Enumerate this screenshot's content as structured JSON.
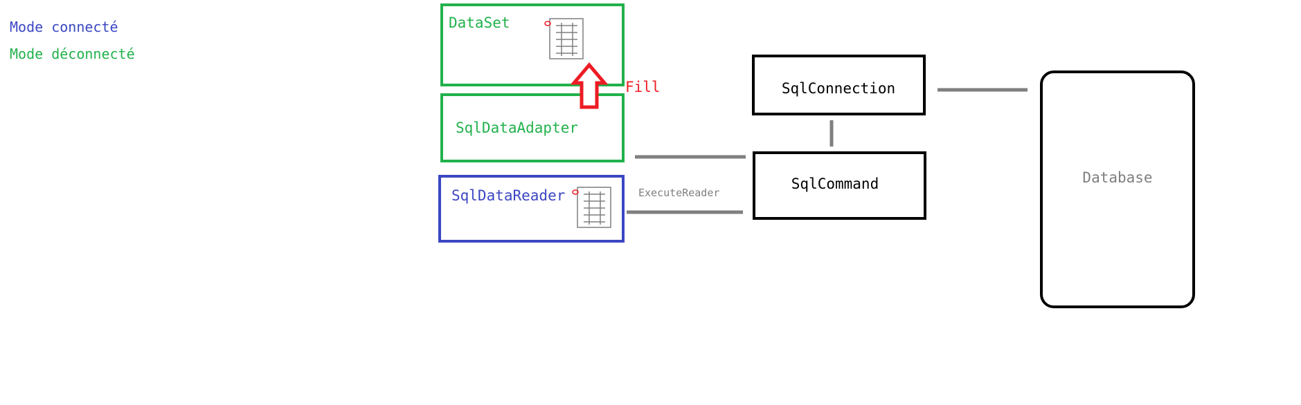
{
  "legend": {
    "connected": "Mode connecté",
    "disconnected": "Mode déconnecté"
  },
  "nodes": {
    "dataset": "DataSet",
    "data_adapter": "SqlDataAdapter",
    "data_reader": "SqlDataReader",
    "connection": "SqlConnection",
    "command": "SqlCommand",
    "database": "Database"
  },
  "edges": {
    "fill": "Fill",
    "execute_reader": "ExecuteReader"
  },
  "colors": {
    "connected": "#3b47c2",
    "disconnected": "#22b14c",
    "fill_arrow": "#ed1c24",
    "connector": "#7f7f7f",
    "box_border": "#000000",
    "database_text": "#7f7f7f"
  },
  "icons": {
    "dataset_table": "table-sheet-icon",
    "reader_table": "table-sheet-icon"
  }
}
